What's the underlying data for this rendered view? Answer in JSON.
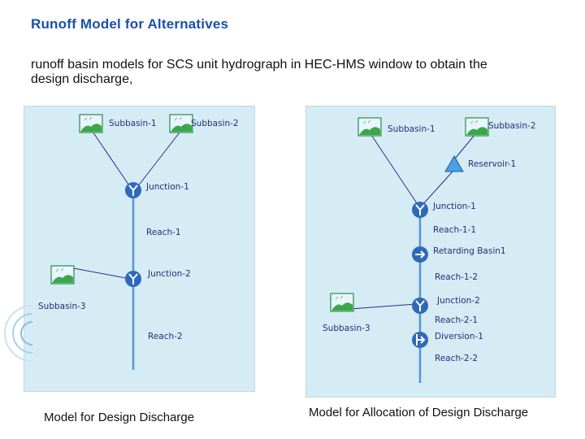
{
  "slide": {
    "title": "Runoff Model for Alternatives",
    "description": "runoff basin models for SCS unit hydrograph in HEC-HMS window to obtain the design discharge,",
    "left_caption": "Model for Design Discharge",
    "right_caption": "Model for Allocation of Design Discharge"
  },
  "left_model": {
    "subbasin1": "Subbasin-1",
    "subbasin2": "Subbasin-2",
    "junction1": "Junction-1",
    "reach1": "Reach-1",
    "junction2": "Junction-2",
    "subbasin3": "Subbasin-3",
    "reach2": "Reach-2"
  },
  "right_model": {
    "subbasin1": "Subbasin-1",
    "subbasin2": "Subbasin-2",
    "reservoir1": "Reservoir-1",
    "junction1": "Junction-1",
    "reach1_1": "Reach-1-1",
    "retarding_basin1": "Retarding Basin1",
    "reach1_2": "Reach-1-2",
    "junction2": "Junction-2",
    "subbasin3": "Subbasin-3",
    "reach2_1": "Reach-2-1",
    "diversion1": "Diversion-1",
    "reach2_2": "Reach-2-2"
  },
  "colors": {
    "title": "#1a50a8",
    "panel_background": "#d6ecf5",
    "link_line": "#2a2a8a",
    "reach_line": "#aee6f5",
    "junction_node": "#2e6ab8",
    "reservoir_node": "#4aa0e0"
  },
  "icons": {
    "subbasin": "subbasin-icon",
    "junction": "junction-icon",
    "reservoir": "reservoir-icon",
    "retarding_basin": "retarding-basin-icon",
    "diversion": "diversion-icon"
  }
}
